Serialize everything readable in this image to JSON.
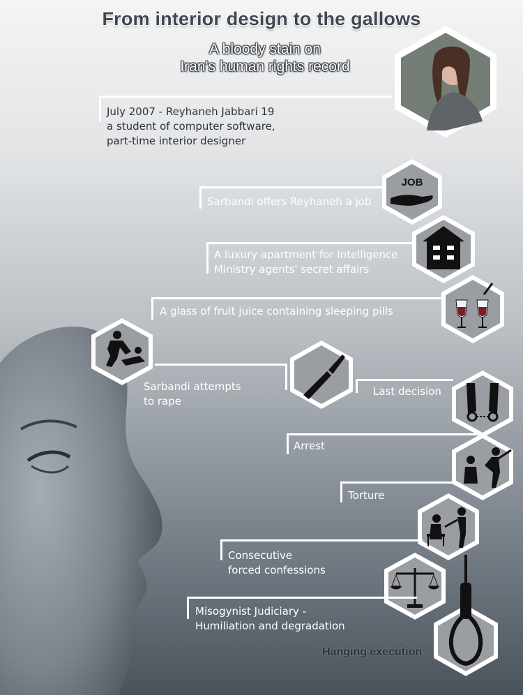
{
  "header": {
    "title": "From interior design to the gallows",
    "subtitle_line1": "A bloody stain on",
    "subtitle_line2": "Iran's human rights record"
  },
  "timeline": [
    {
      "id": "intro",
      "lines": [
        "July 2007 - Reyhaneh Jabbari 19",
        "a student of computer software,",
        "part-time interior designer"
      ],
      "icon": "portrait-photo"
    },
    {
      "id": "job",
      "lines": [
        "Sarbandi offers Reyhaneh a job"
      ],
      "icon": "job-hand-icon",
      "icon_text": "JOB"
    },
    {
      "id": "apartment",
      "lines": [
        "A luxury apartment for Intelligence",
        "Ministry agents' secret affairs"
      ],
      "icon": "apartment-building-icon"
    },
    {
      "id": "juice",
      "lines": [
        "A glass of fruit juice containing sleeping pills"
      ],
      "icon": "wine-glasses-dropper-icon"
    },
    {
      "id": "rape",
      "lines": [
        "Sarbandi attempts",
        "to rape"
      ],
      "icon": "assault-figures-icon"
    },
    {
      "id": "knife",
      "lines": [],
      "icon": "knife-icon"
    },
    {
      "id": "decision",
      "lines": [
        "Last decision"
      ],
      "icon": "handcuffed-hands-icon"
    },
    {
      "id": "arrest",
      "lines": [
        "Arrest"
      ],
      "icon": "arrest-figures-icon"
    },
    {
      "id": "torture",
      "lines": [
        "Torture"
      ],
      "icon": "torture-figures-icon"
    },
    {
      "id": "confessions",
      "lines": [
        "Consecutive",
        "forced confessions"
      ],
      "icon": "scales-of-justice-icon"
    },
    {
      "id": "judiciary",
      "lines": [
        "Misogynist Judiciary -",
        "Humiliation and degradation"
      ],
      "icon": "noose-icon"
    }
  ],
  "footer": {
    "label": "Hanging execution"
  },
  "colors": {
    "hex_fill": "#8e9196",
    "hex_border": "#ffffff",
    "text_light": "#ffffff",
    "title": "#3f4852"
  }
}
